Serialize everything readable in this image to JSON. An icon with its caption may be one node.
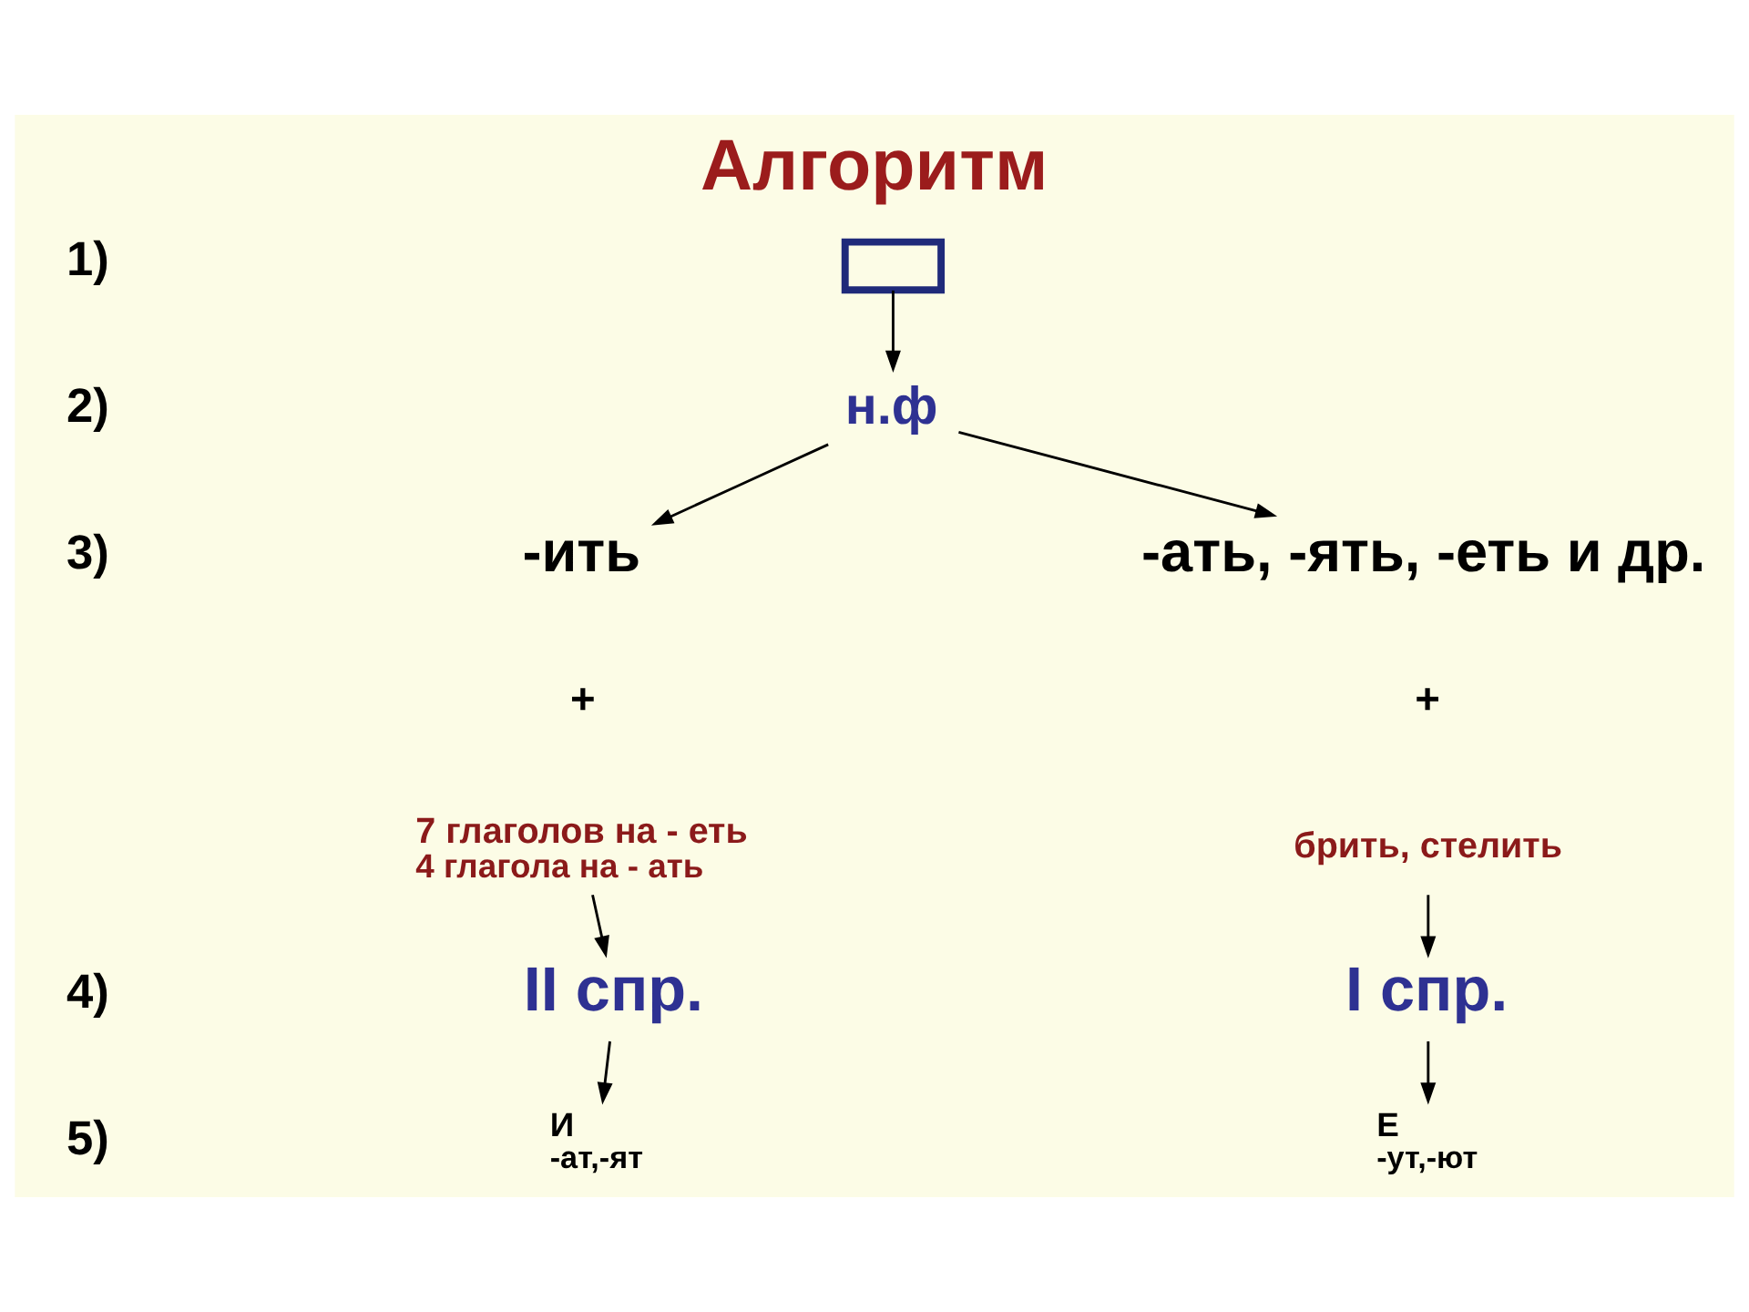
{
  "diagram": {
    "title": "Алгоритм",
    "nodes": [
      {
        "text": [],
        "shape": "box"
      },
      {
        "text": [
          "н.ф"
        ]
      },
      {
        "text": [
          "-ить"
        ]
      },
      {
        "text": [
          "-ать, -ять, -еть и др."
        ]
      },
      {
        "text": [
          "7 глаголов на - еть",
          "4 глагола на - ать"
        ]
      },
      {
        "text": [
          "брить, стелить"
        ]
      },
      {
        "text": [
          "II спр."
        ]
      },
      {
        "text": [
          "I спр."
        ]
      },
      {
        "text": [
          "И",
          "-ат,-ят"
        ]
      },
      {
        "text": [
          "Е",
          "-ут,-ют"
        ]
      }
    ],
    "edges": [
      {
        "from": 0,
        "to": 1,
        "arrow": "to"
      },
      {
        "from": 1,
        "to": 2,
        "arrow": "to"
      },
      {
        "from": 1,
        "to": 3,
        "arrow": "to"
      },
      {
        "from": 4,
        "to": 6,
        "arrow": "to"
      },
      {
        "from": 5,
        "to": 7,
        "arrow": "to"
      },
      {
        "from": 6,
        "to": 8,
        "arrow": "to"
      },
      {
        "from": 7,
        "to": 9,
        "arrow": "to"
      }
    ],
    "labels": [
      "1)",
      "2)",
      "3)",
      "+",
      "+",
      "4)",
      "5)"
    ]
  }
}
